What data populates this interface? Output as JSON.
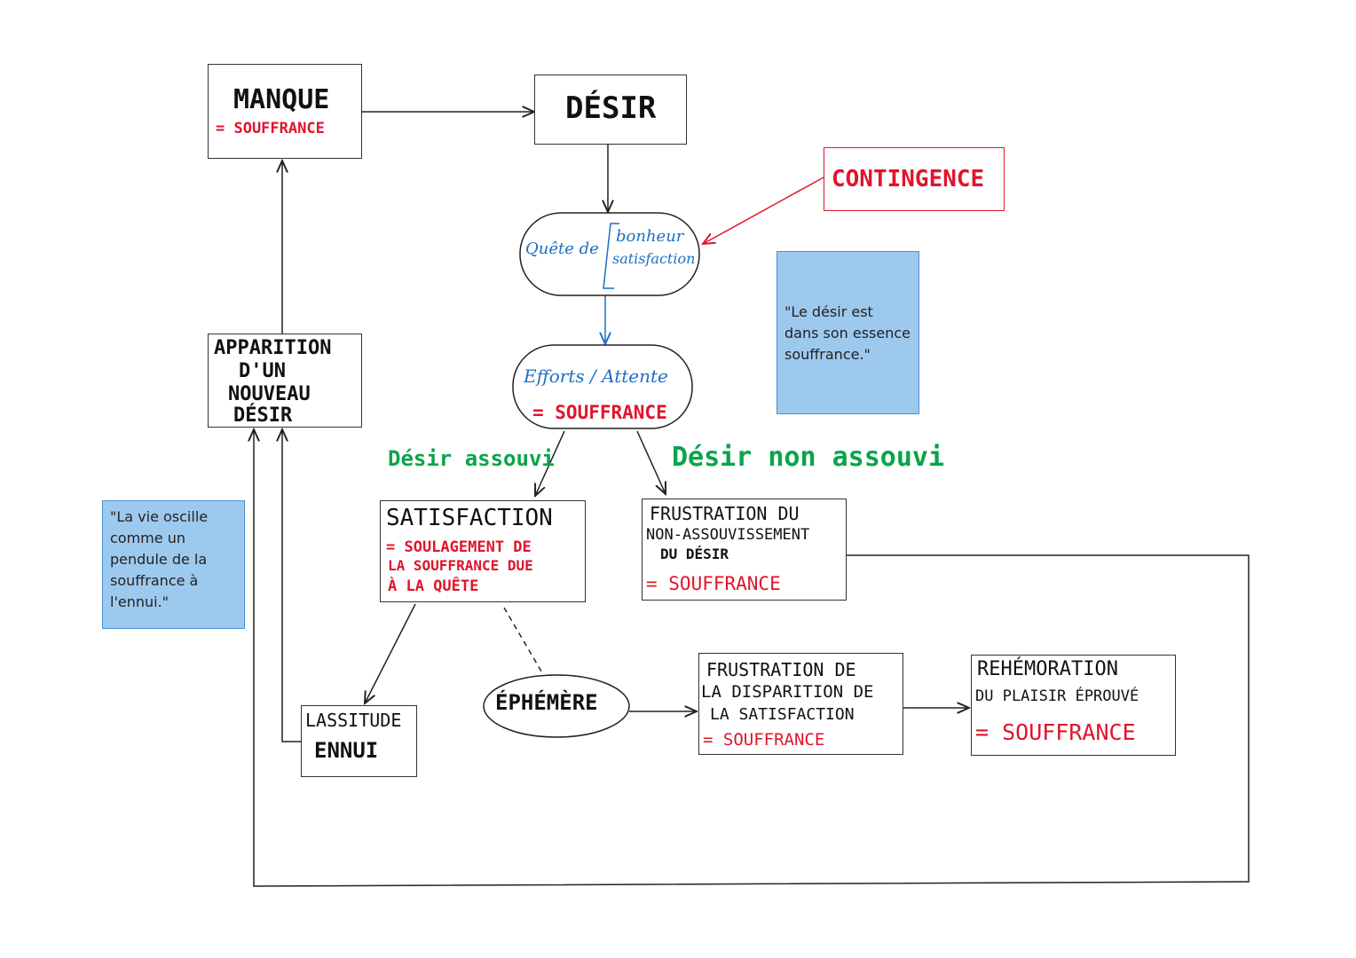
{
  "nodes": {
    "manque": {
      "title": "MANQUE",
      "sub": "= SOUFFRANCE"
    },
    "desir": {
      "title": "DÉSIR"
    },
    "contingence": {
      "title": "CONTINGENCE"
    },
    "quete": {
      "prefix": "Quête de",
      "option1": "bonheur",
      "option2": "satisfaction"
    },
    "efforts": {
      "title": "Efforts / Attente",
      "sub": "= SOUFFRANCE"
    },
    "apparition": {
      "line1": "APPARITION",
      "line2": "D'UN",
      "line3": "NOUVEAU",
      "line4": "DÉSIR"
    },
    "satisfaction": {
      "title": "SATISFACTION",
      "sub1": "= SOULAGEMENT DE",
      "sub2": "LA SOUFFRANCE DUE",
      "sub3": "À LA QUÊTE"
    },
    "frustration_non": {
      "line1": "FRUSTRATION DU",
      "line2": "NON-ASSOUVISSEMENT",
      "line3": "DU DÉSIR",
      "sub": "= SOUFFRANCE"
    },
    "lassitude": {
      "line1": "LASSITUDE",
      "line2": "ENNUI"
    },
    "ephemere": {
      "title": "ÉPHÉMÈRE"
    },
    "frustration_disp": {
      "line1": "FRUSTRATION DE",
      "line2": "LA DISPARITION DE",
      "line3": "LA SATISFACTION",
      "sub": "= SOUFFRANCE"
    },
    "rehemoration": {
      "line1": "REHÉMORATION",
      "line2": "DU PLAISIR ÉPROUVÉ",
      "sub": "= SOUFFRANCE"
    }
  },
  "labels": {
    "assouvi": "Désir assouvi",
    "non_assouvi": "Désir non assouvi"
  },
  "notes": {
    "note1": "\"Le désir est dans son essence souffrance.\"",
    "note2": "\"La vie oscille comme un pendule de la souffrance à l'ennui.\""
  },
  "colors": {
    "black": "#111111",
    "red": "#e0142c",
    "blue": "#1d6fc4",
    "green": "#0aa44a",
    "note": "#9ec9ef"
  }
}
